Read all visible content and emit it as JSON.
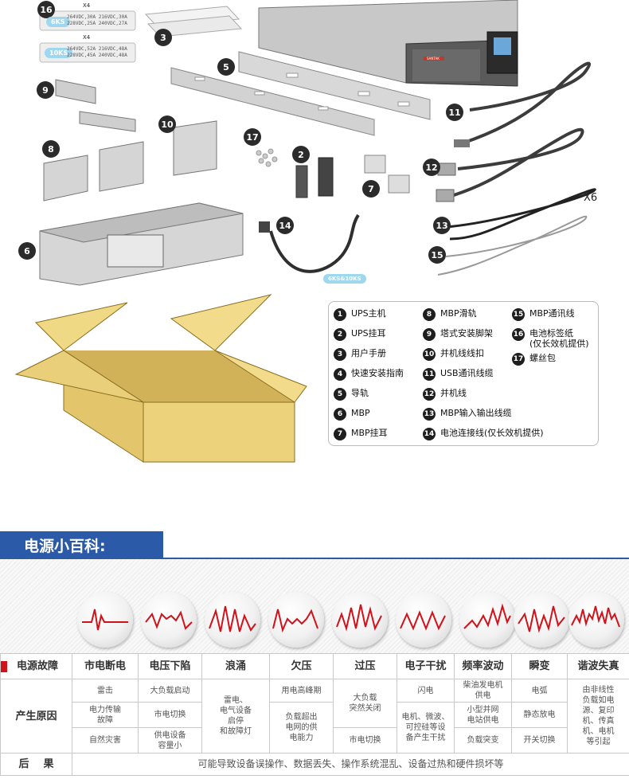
{
  "diagram": {
    "x4_label": "X4",
    "x6_label": "X6",
    "pill_6k": "6KS",
    "pill_10k": "10KS",
    "pill_cable": "6KS&10KS",
    "label_6k_line1": "264VDC,30A    216VDC,30A",
    "label_6k_line2": "228VDC,25A    240VDC,27A",
    "label_10k_line1": "264VDC,52A    216VDC,48A",
    "label_10k_line2": "228VDC,45A    240VDC,48A",
    "ups_brand": "SANTAK",
    "badges": [
      "16",
      "3",
      "5",
      "9",
      "11",
      "10",
      "17",
      "8",
      "2",
      "12",
      "7",
      "13",
      "6",
      "14",
      "15"
    ]
  },
  "legend": [
    {
      "num": "1",
      "text": "UPS主机"
    },
    {
      "num": "2",
      "text": "UPS挂耳"
    },
    {
      "num": "3",
      "text": "用户手册"
    },
    {
      "num": "4",
      "text": "快速安装指南"
    },
    {
      "num": "5",
      "text": "导轨"
    },
    {
      "num": "6",
      "text": "MBP"
    },
    {
      "num": "7",
      "text": "MBP挂耳"
    },
    {
      "num": "8",
      "text": "MBP滑轨"
    },
    {
      "num": "9",
      "text": "塔式安装脚架"
    },
    {
      "num": "10",
      "text": "并机线线扣"
    },
    {
      "num": "11",
      "text": "USB通讯线缆"
    },
    {
      "num": "12",
      "text": "并机线"
    },
    {
      "num": "13",
      "text": "MBP输入输出线缆"
    },
    {
      "num": "14",
      "text": "电池连接线(仅长效机提供)"
    },
    {
      "num": "15",
      "text": "MBP通讯线"
    },
    {
      "num": "16",
      "text": "电池标签纸\n(仅长效机提供)"
    },
    {
      "num": "17",
      "text": "螺丝包"
    }
  ],
  "section": {
    "title": "电源小百科:"
  },
  "table": {
    "headers": [
      "电源故障",
      "市电断电",
      "电压下陷",
      "浪涌",
      "欠压",
      "过压",
      "电子干扰",
      "频率波动",
      "瞬变",
      "谐波失真"
    ],
    "cause_label": "产生原因",
    "result_label": "后    果",
    "result_text": "可能导致设备误操作、数据丢失、操作系统混乱、设备过热和硬件损坏等",
    "causes": {
      "power_outage": [
        "雷击",
        "电力传输\n故障",
        "自然灾害"
      ],
      "voltage_sag": [
        "大负载启动",
        "市电切换",
        "供电设备\n容量小"
      ],
      "surge": "雷电、\n电气设备\n启停\n和故障灯",
      "undervoltage": [
        "用电高峰期",
        "负载超出\n电网的供\n电能力"
      ],
      "overvoltage": [
        "大负载\n突然关闭",
        "市电切换"
      ],
      "interference": [
        "闪电",
        "电机、微波、\n可控硅等设\n备产生干扰"
      ],
      "frequency": [
        "柴油发电机\n供电",
        "小型并网\n电站供电",
        "负载突变"
      ],
      "transient": [
        "电弧",
        "静态放电",
        "开关切换"
      ],
      "harmonic": "由非线性\n负载如电\n源、复印\n机、传真\n机、电机\n等引起"
    }
  },
  "colors": {
    "accent": "#2a5aa8",
    "marker": "#d0121b",
    "wave": "#d0121b",
    "box": "#e6c56e"
  }
}
